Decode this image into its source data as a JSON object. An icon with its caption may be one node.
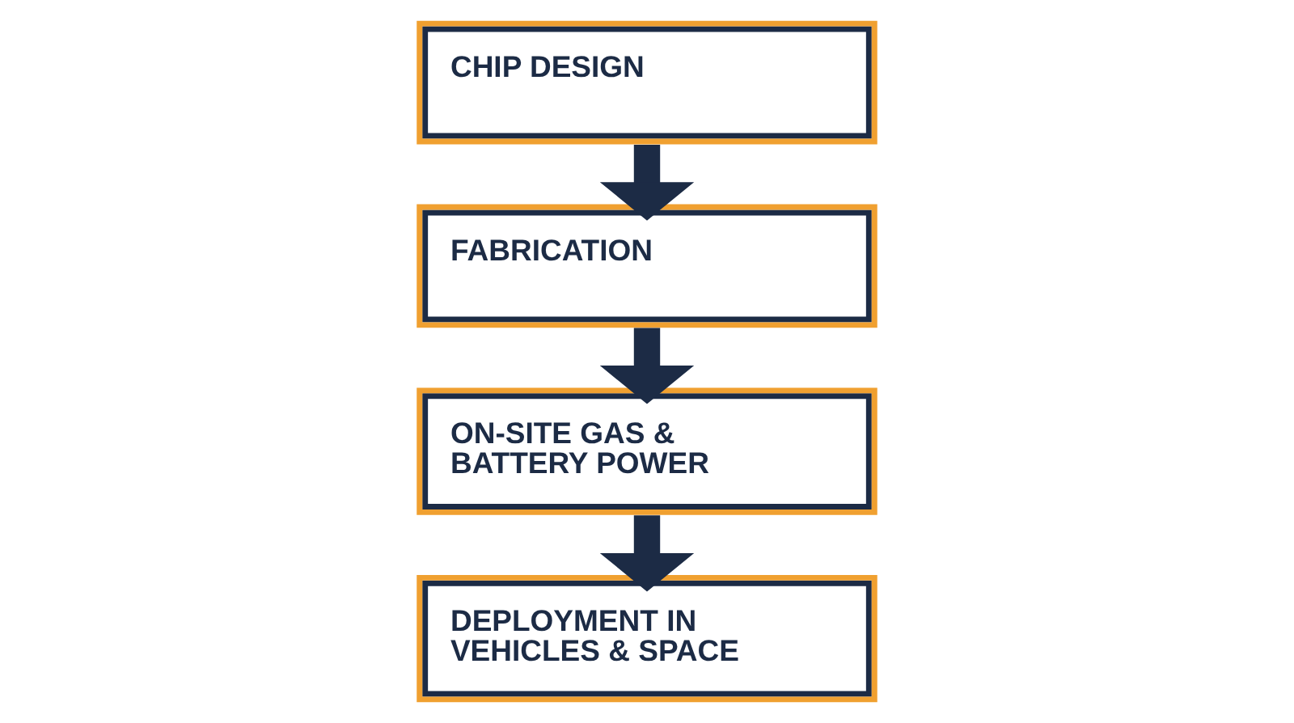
{
  "diagram": {
    "nodes": [
      {
        "text": [
          "CHIP DESIGN"
        ]
      },
      {
        "text": [
          "FABRICATION"
        ]
      },
      {
        "text": [
          "ON-SITE GAS & BATTERY POWER"
        ]
      },
      {
        "text": [
          "DEPLOYMENT IN VEHICLES & SPACE"
        ]
      }
    ],
    "edges": [
      {
        "from": 0,
        "to": 1,
        "arrow": "to"
      },
      {
        "from": 1,
        "to": 2,
        "arrow": "to"
      },
      {
        "from": 2,
        "to": 3,
        "arrow": "to"
      }
    ]
  }
}
